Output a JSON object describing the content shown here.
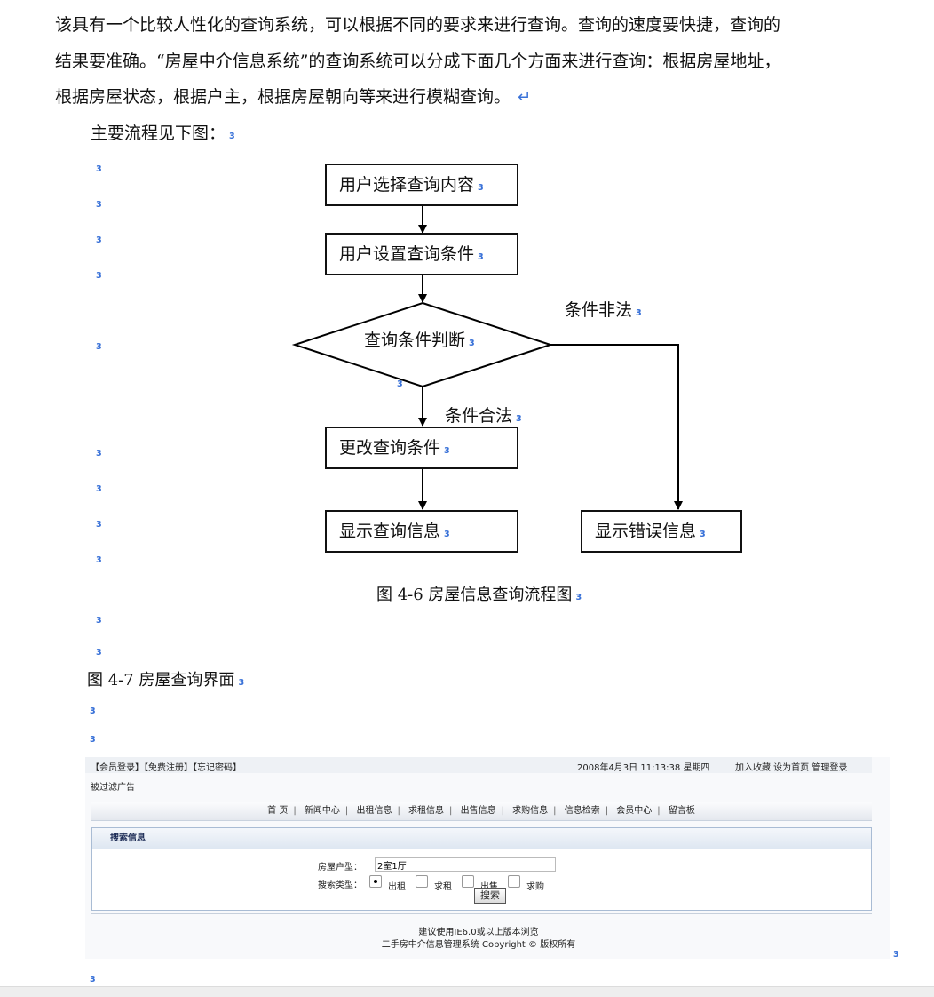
{
  "paragraph": {
    "line1": "该具有一个比较人性化的查询系统，可以根据不同的要求来进行查询。查询的速度要快捷，查询的",
    "line2": "结果要准确。“房屋中介信息系统”的查询系统可以分成下面几个方面来进行查询：根据房屋地址，",
    "line3": "根据房屋状态，根据户主，根据房屋朝向等来进行模糊查询。"
  },
  "intro": "主要流程见下图：",
  "paragraph_mark": "ɜ",
  "return_mark": "↵",
  "flowchart": {
    "box1": "用户选择查询内容",
    "box2": "用户设置查询条件",
    "diamond": "查询条件判断",
    "label_illegal": "条件非法",
    "label_legal": "条件合法",
    "box3": "更改查询条件",
    "box4": "显示查询信息",
    "box5": "显示错误信息"
  },
  "figure_caption_1": "图 4-6  房屋信息查询流程图",
  "figure_caption_2": "图 4-7  房屋查询界面",
  "screenshot": {
    "top_links": "【会员登录】【免费注册】【忘记密码】",
    "datetime": "2008年4月3日 11:13:38  星期四",
    "top_right_links": "加入收藏  设为首页  管理登录",
    "ad_text": "被过滤广告",
    "nav": [
      "首 页",
      "新闻中心",
      "出租信息",
      "求租信息",
      "出售信息",
      "求购信息",
      "信息检索",
      "会员中心",
      "留言板"
    ],
    "panel_title": "搜索信息",
    "room_type_label": "房屋户型：",
    "room_type_value": "2室1厅",
    "search_type_label": "搜索类型：",
    "search_options": [
      "出租",
      "求租",
      "出售",
      "求购"
    ],
    "selected_option": "出租",
    "search_button": "搜索",
    "footer_line1": "建议使用IE6.0或以上版本浏览",
    "footer_line2": "二手房中介信息管理系统 Copyright © 版权所有"
  }
}
